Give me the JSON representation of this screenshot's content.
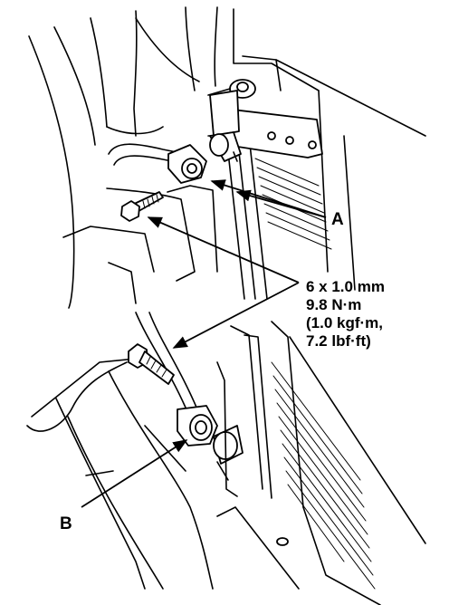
{
  "callouts": {
    "a": "A",
    "b": "B"
  },
  "torque_spec": {
    "line1": "6 x 1.0 mm",
    "line2": "9.8 N·m",
    "line3": "(1.0 kgf·m,",
    "line4": "7.2 lbf·ft)"
  }
}
